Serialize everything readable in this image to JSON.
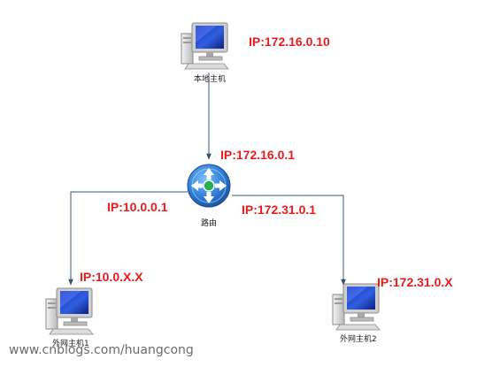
{
  "nodes": {
    "local_host": {
      "label": "本地主机",
      "ip": "IP:172.16.0.10"
    },
    "router": {
      "label": "路由",
      "ip_top": "IP:172.16.0.1",
      "ip_left": "IP:10.0.0.1",
      "ip_right": "IP:172.31.0.1"
    },
    "external_host_1": {
      "label": "外网主机1",
      "ip": "IP:10.0.X.X"
    },
    "external_host_2": {
      "label": "外网主机2",
      "ip": "IP:172.31.0.X"
    }
  },
  "watermark": "www.cnblogs.com/huangcong",
  "colors": {
    "ip_text": "#e81c1c",
    "connector": "#3a5a7a",
    "router_body": "#2f7fd6",
    "router_center": "#22b14c",
    "screen": "#1e3ec9"
  }
}
